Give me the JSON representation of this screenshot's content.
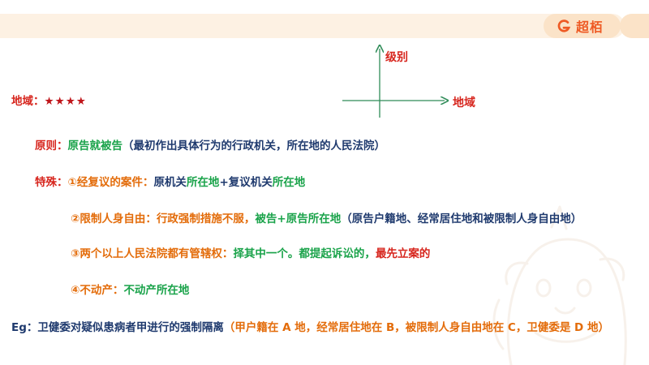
{
  "header": {
    "brand_name": "超栢",
    "brand_icon": "brand-logo-icon",
    "bar_color": "#fdf1e3",
    "brand_color": "#ee5a24"
  },
  "diagram": {
    "y_axis_label": "级别",
    "x_axis_label": "地域"
  },
  "importance": {
    "label": "地域：",
    "stars": "★★★★"
  },
  "principle": {
    "label": "原则：",
    "main": "原告就被告",
    "detail": "（最初作出具体行为的行政机关，所在地的人民法院）"
  },
  "special": {
    "label": "特殊：",
    "item1": {
      "title": "①经复议的案件：",
      "part1": "原机关",
      "part2": "所在地",
      "part3": "+复议机关",
      "part4": "所在地"
    },
    "item2": {
      "title": "②限制人身自由：",
      "part1": "行政强制措施不服，",
      "part2": "被告+原告所在地",
      "part3": "（原告户籍地、经常居住地和被限制人身自由地）"
    },
    "item3": {
      "title": "③两个以上人民法院都有管辖权：",
      "part1": "择其中一个。都提起诉讼的，",
      "part2": "最先立案的"
    },
    "item4": {
      "title": "④不动产：",
      "part1": "不动产所在地"
    }
  },
  "example": {
    "label": "Eg：",
    "main": "卫健委对疑似患病者甲进行的强制隔离",
    "detail": "（甲户籍在 A 地，经常居住地在 B，被限制人身自由地在 C，卫健委是 D 地）"
  },
  "colors": {
    "red": "#d7261e",
    "orange": "#e36c0a",
    "green": "#1aa34a",
    "navy": "#1f3a6e"
  }
}
